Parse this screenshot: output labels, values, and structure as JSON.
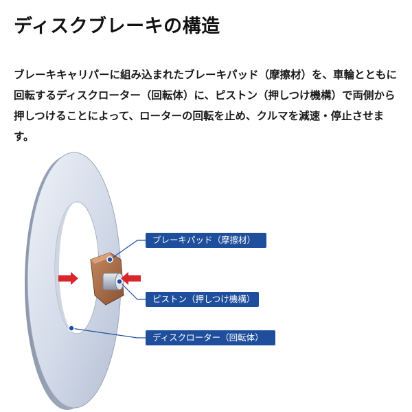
{
  "title": "ディスクブレーキの構造",
  "description": "ブレーキキャリパーに組み込まれたブレーキパッド（摩擦材）を、車輪とともに回転するディスクローター（回転体）に、ピストン（押しつけ機構）で両側から押しつけることによって、ローターの回転を止め、クルマを減速・停止させます。",
  "labels": {
    "pad": "ブレーキパッド（摩擦材）",
    "piston": "ピストン（押しつけ機構）",
    "rotor": "ディスクローター（回転体）"
  },
  "colors": {
    "label_bg": "#1f4f9c",
    "leader_line": "#1f4f9c",
    "arrow": "#d9262c",
    "rotor": "#c5cfdf",
    "pad": "#a86c46"
  }
}
